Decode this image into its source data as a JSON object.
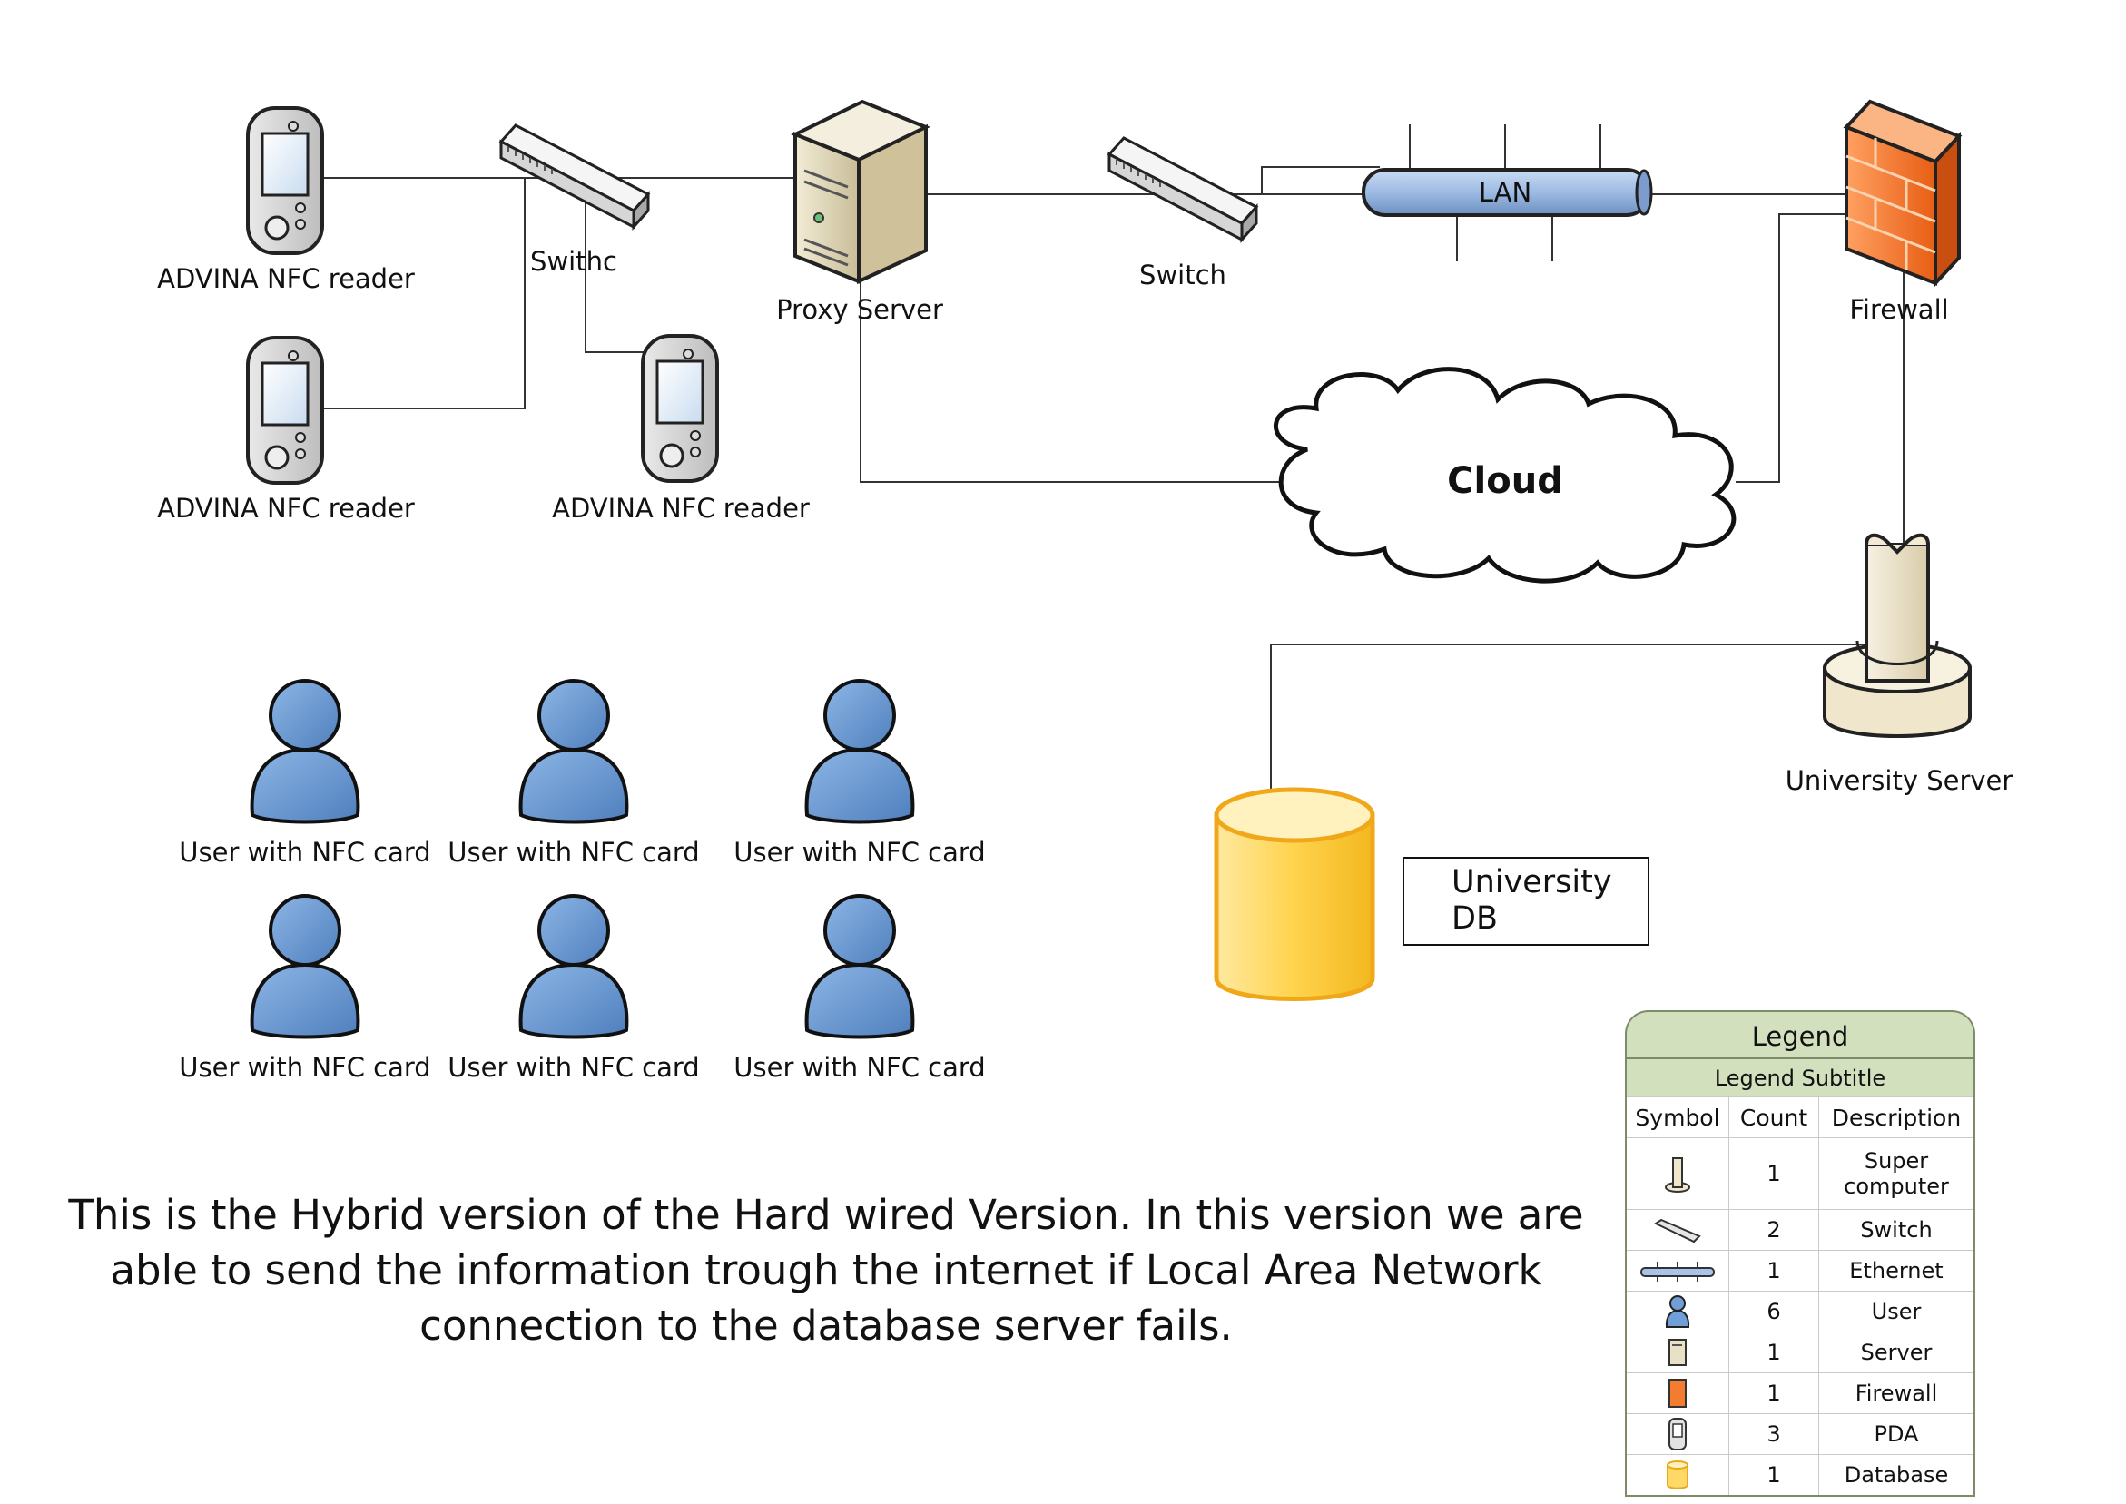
{
  "labels": {
    "nfc_reader_1": "ADVINA NFC reader",
    "nfc_reader_2": "ADVINA NFC reader",
    "nfc_reader_3": "ADVINA NFC reader",
    "switch_1": "Swithc",
    "proxy_server": "Proxy Server",
    "switch_2": "Switch",
    "lan": "LAN",
    "firewall": "Firewall",
    "cloud": "Cloud",
    "university_server": "University Server",
    "university_db": "University DB"
  },
  "users": [
    "User with NFC card",
    "User with NFC card",
    "User with NFC card",
    "User with NFC card",
    "User with NFC card",
    "User with NFC card"
  ],
  "caption": "This is the Hybrid version of the Hard wired Version. In this version we are able to send the information trough the internet if Local Area Network connection to the database server fails.",
  "legend": {
    "title": "Legend",
    "subtitle": "Legend Subtitle",
    "headers": [
      "Symbol",
      "Count",
      "Description"
    ],
    "rows": [
      {
        "icon": "super-computer-icon",
        "count": "1",
        "description": "Super computer"
      },
      {
        "icon": "switch-icon",
        "count": "2",
        "description": "Switch"
      },
      {
        "icon": "ethernet-icon",
        "count": "1",
        "description": "Ethernet"
      },
      {
        "icon": "user-icon",
        "count": "6",
        "description": "User"
      },
      {
        "icon": "server-icon",
        "count": "1",
        "description": "Server"
      },
      {
        "icon": "firewall-icon",
        "count": "1",
        "description": "Firewall"
      },
      {
        "icon": "pda-icon",
        "count": "3",
        "description": "PDA"
      },
      {
        "icon": "database-icon",
        "count": "1",
        "description": "Database"
      }
    ]
  },
  "colors": {
    "user_blue": "#6f9fd6",
    "firewall_orange": "#f47c30",
    "lan_blue": "#a9c4e8",
    "db_yellow": "#ffd966",
    "legend_green": "#d3e0be"
  }
}
